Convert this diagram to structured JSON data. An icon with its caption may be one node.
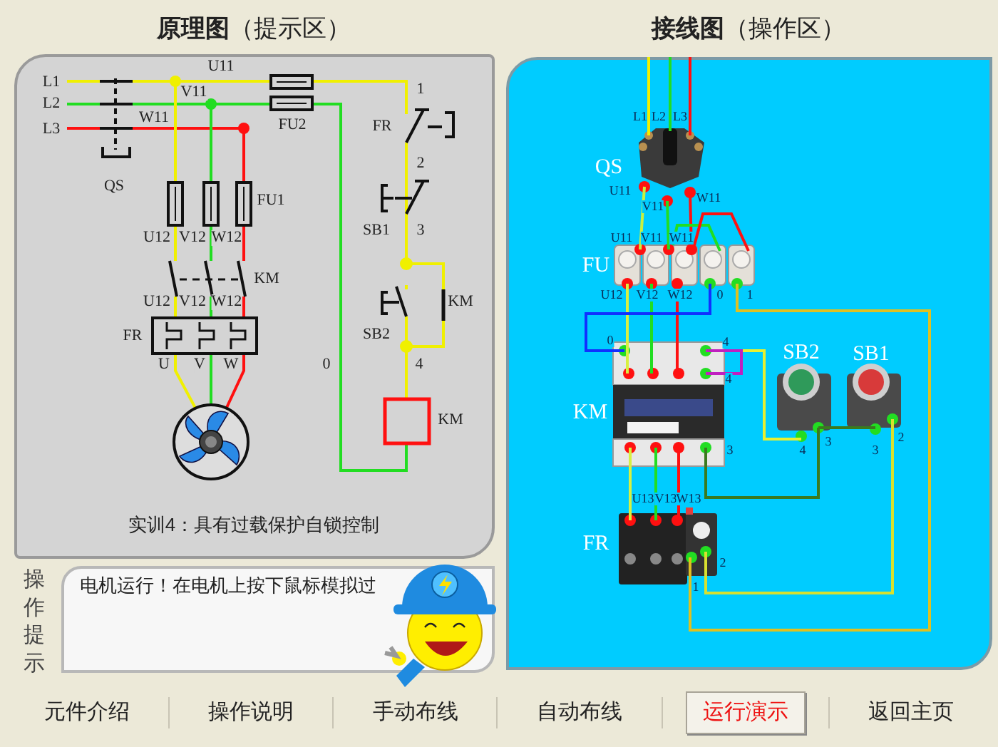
{
  "diagram": {
    "labels": [
      "**原理图**（提示区）",
      "**接线图**（操作区）",
      "L1",
      "U11",
      "1",
      "L2",
      "V11",
      "L3",
      "W11",
      "FU2",
      "FR",
      "2",
      "QS",
      "FU1",
      "SB1",
      "3",
      "U12",
      "V12",
      "W12",
      "KM",
      "U12",
      "V12",
      "W12",
      "KM",
      "FR",
      "SB2",
      "U",
      "V",
      "W",
      "0",
      "4",
      "KM",
      "实训4：具有过载保护自锁控制",
      "操作提示",
      "电机运行！在电机上按下鼠标模拟过",
      "L1",
      "L2",
      "L3",
      "QS",
      "U11",
      "V11",
      "W11",
      "U11",
      "V11",
      "W11",
      "FU",
      "U12",
      "V12",
      "W12",
      "0",
      "1",
      "0",
      "4",
      "SB2",
      "SB1",
      "4",
      "KM",
      "3",
      "4",
      "3",
      "3",
      "2",
      "U13",
      "V13",
      "W13",
      "FR",
      "2",
      "1",
      "元件介绍",
      "操作说明",
      "手动布线",
      "自动布线",
      "运行演示",
      "返回主页"
    ]
  }
}
